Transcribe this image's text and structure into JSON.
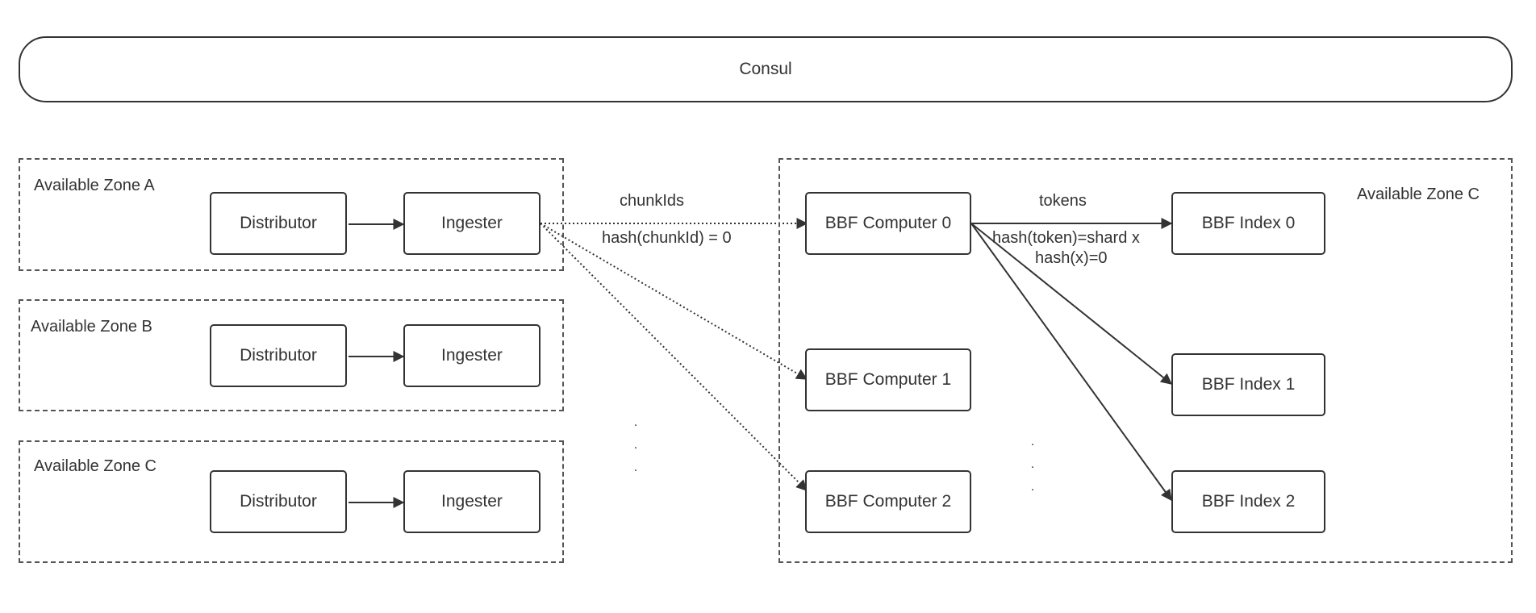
{
  "consul": {
    "label": "Consul"
  },
  "zones": {
    "a": {
      "label": "Available Zone A",
      "distributor": "Distributor",
      "ingester": "Ingester"
    },
    "b": {
      "label": "Available Zone B",
      "distributor": "Distributor",
      "ingester": "Ingester"
    },
    "c": {
      "label": "Available Zone C",
      "distributor": "Distributor",
      "ingester": "Ingester"
    },
    "bbf": {
      "label": "Available Zone C"
    }
  },
  "computers": [
    "BBF Computer 0",
    "BBF Computer 1",
    "BBF Computer 2"
  ],
  "indexes": [
    "BBF Index 0",
    "BBF Index 1",
    "BBF Index 2"
  ],
  "edge_labels": {
    "chunk_top": "chunkIds",
    "chunk_bottom": "hash(chunkId) = 0",
    "tokens_top": "tokens",
    "tokens_line1": "hash(token)=shard x",
    "tokens_line2": "hash(x)=0"
  },
  "ellipsis": ".\n.\n."
}
